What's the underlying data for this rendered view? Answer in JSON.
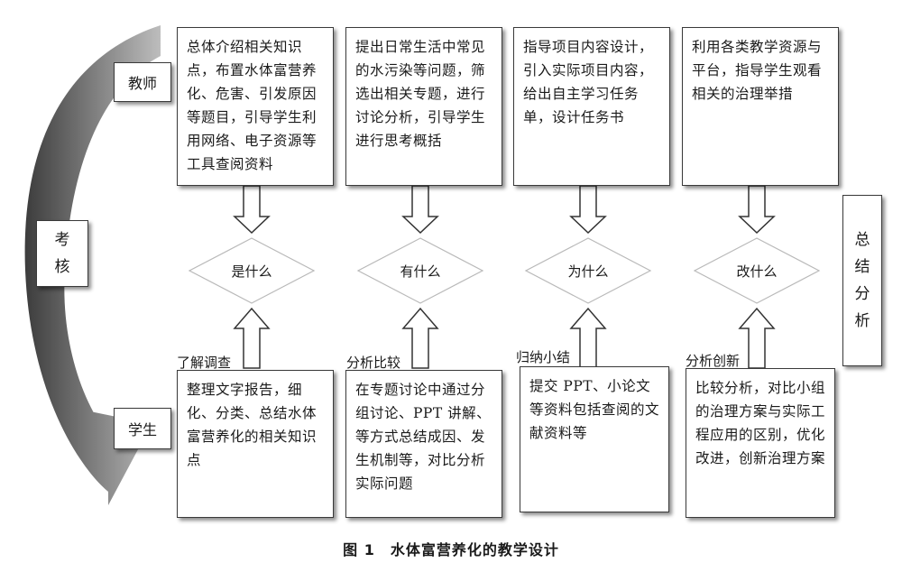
{
  "roles": {
    "teacher": "教师",
    "student": "学生"
  },
  "left_label": "考核",
  "right_label": "总结分析",
  "stages": [
    {
      "teacher_text": "总体介绍相关知识点，布置水体富营养化、危害、引发原因等题目，引导学生利用网络、电子资源等工具查阅资料",
      "question": "是什么",
      "student_label": "了解调查",
      "student_text": "整理文字报告，细化、分类、总结水体富营养化的相关知识点"
    },
    {
      "teacher_text": "提出日常生活中常见的水污染等问题，筛选出相关专题，进行讨论分析，引导学生进行思考概括",
      "question": "有什么",
      "student_label": "分析比较",
      "student_text": "在专题讨论中通过分组讨论、PPT 讲解、等方式总结成因、发生机制等，对比分析实际问题"
    },
    {
      "teacher_text": "指导项目内容设计，引入实际项目内容，给出自主学习任务单，设计任务书",
      "question": "为什么",
      "student_label": "归纳小结",
      "student_text": "提交 PPT、小论文等资料包括查阅的文献资料等"
    },
    {
      "teacher_text": "利用各类教学资源与平台，指导学生观看相关的治理举措",
      "question": "改什么",
      "student_label": "分析创新",
      "student_text": "比较分析，对比小组的治理方案与实际工程应用的区别，优化改进，创新治理方案"
    }
  ],
  "caption": "图 1　水体富营养化的教学设计"
}
